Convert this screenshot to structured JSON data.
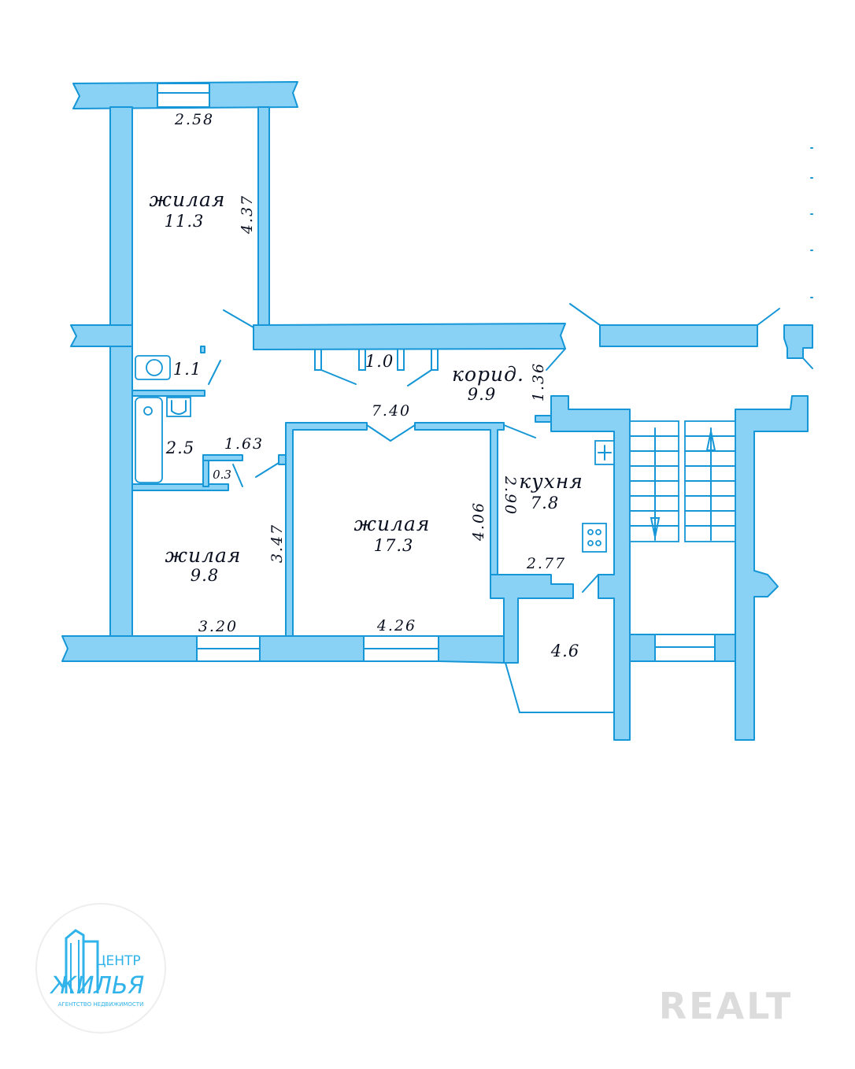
{
  "rooms": [
    {
      "id": "living-top",
      "name": "жилая",
      "area": "11.3"
    },
    {
      "id": "living-left",
      "name": "жилая",
      "area": "9.8"
    },
    {
      "id": "living-center",
      "name": "жилая",
      "area": "17.3"
    },
    {
      "id": "kitchen",
      "name": "кухня",
      "area": "7.8"
    },
    {
      "id": "corridor",
      "name": "корид.",
      "area": "9.9"
    }
  ],
  "areas": {
    "toilet": "1.1",
    "bathroom": "2.5",
    "closet_small": "0.3",
    "closet_corridor": "1.0",
    "balcony": "4.6"
  },
  "dimensions": {
    "top_room_width": "2.58",
    "top_room_length": "4.37",
    "corridor_length": "7.40",
    "corridor_width": "1.36",
    "closet_width": "1.63",
    "left_room_width": "3.20",
    "left_room_length": "3.47",
    "center_room_width": "4.26",
    "center_room_length": "4.06",
    "kitchen_length": "2.90",
    "kitchen_width": "2.77"
  },
  "logo": {
    "line1": "ЦЕНТР",
    "line2": "ЖИЛЬЯ",
    "tagline": "АГЕНТСТВО НЕДВИЖИМОСТИ"
  },
  "watermark": "REALT",
  "colors": {
    "wall_fill": "#8ad1f6",
    "wall_stroke": "#1596d6",
    "text": "#0a1020"
  }
}
